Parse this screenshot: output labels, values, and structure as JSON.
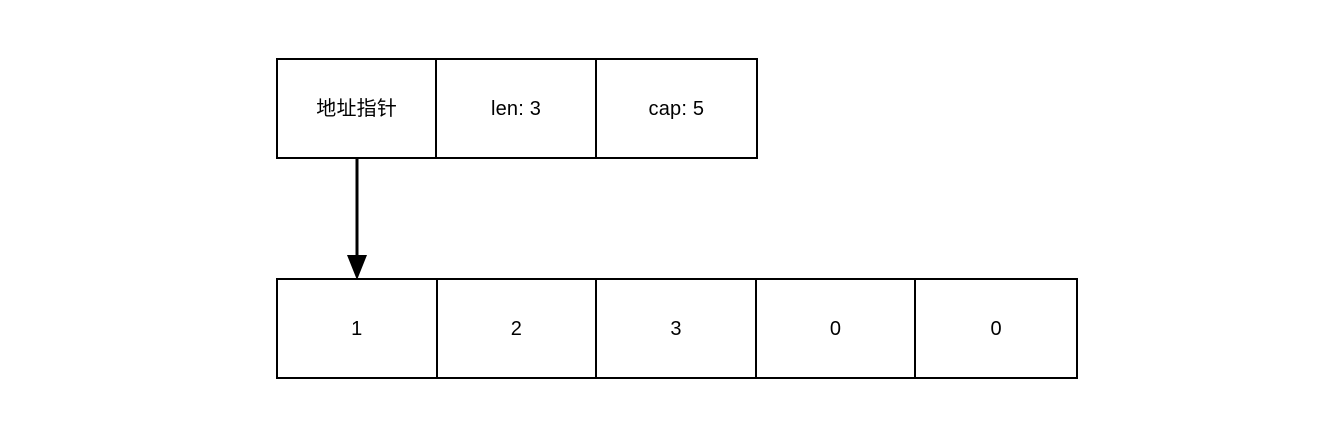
{
  "diagram": {
    "title": "Go slice structure diagram",
    "background_color": "#ffffff",
    "line_color": "#000000",
    "slice_header": {
      "name": "slice-header",
      "cells": [
        {
          "id": "pointer",
          "label": "地址指针"
        },
        {
          "id": "len",
          "label": "len: 3"
        },
        {
          "id": "cap",
          "label": "cap: 5"
        }
      ]
    },
    "backing_array": {
      "name": "backing-array",
      "cells": [
        {
          "id": "elem-0",
          "label": "1"
        },
        {
          "id": "elem-1",
          "label": "2"
        },
        {
          "id": "elem-2",
          "label": "3"
        },
        {
          "id": "elem-3",
          "label": "0"
        },
        {
          "id": "elem-4",
          "label": "0"
        }
      ]
    },
    "pointer_arrow": {
      "name": "pointer-arrow",
      "from": "pointer",
      "to": "elem-0",
      "direction": "down",
      "style": "solid",
      "color": "#000000"
    }
  }
}
